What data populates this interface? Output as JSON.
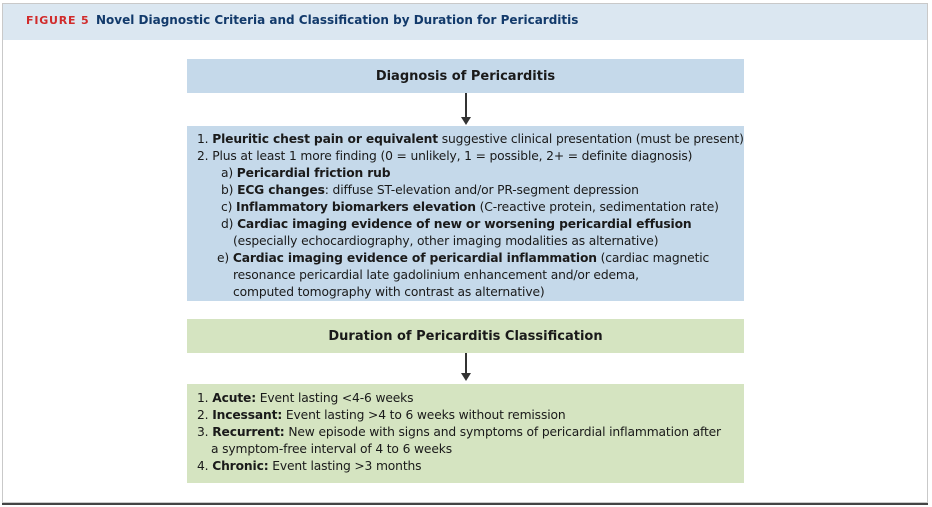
{
  "figure": {
    "label": "FIGURE 5",
    "title": "Novel Diagnostic Criteria and Classification by Duration for Pericarditis"
  },
  "diagnosis": {
    "heading": "Diagnosis of Pericarditis",
    "item1_num": "1. ",
    "item1_bold": "Pleuritic chest pain or equivalent",
    "item1_rest": " suggestive clinical presentation (must be present)",
    "item2": "2. Plus at least 1 more finding (0 = unlikely, 1 = possible, 2+ = definite diagnosis)",
    "a_prefix": "a) ",
    "a_bold": "Pericardial friction rub",
    "b_prefix": "b) ",
    "b_bold": "ECG changes",
    "b_rest": ": diffuse ST-elevation and/or PR-segment depression",
    "c_prefix": "c) ",
    "c_bold": "Inflammatory biomarkers elevation",
    "c_rest": " (C-reactive protein, sedimentation rate)",
    "d_prefix": "d) ",
    "d_bold": "Cardiac imaging evidence of new or worsening pericardial effusion",
    "d_cont": "(especially echocardiography, other imaging modalities as alternative)",
    "e_prefix": "e) ",
    "e_bold": "Cardiac imaging evidence of pericardial inflammation",
    "e_rest": " (cardiac magnetic",
    "e_cont1": "resonance pericardial late gadolinium enhancement and/or edema,",
    "e_cont2": "computed tomography with contrast as alternative)"
  },
  "duration": {
    "heading": "Duration of Pericarditis Classification",
    "acute_num": "1. ",
    "acute_bold": "Acute:",
    "acute_rest": " Event lasting <4-6 weeks",
    "incessant_num": "2. ",
    "incessant_bold": "Incessant:",
    "incessant_rest": " Event lasting >4 to 6 weeks without remission",
    "recurrent_num": "3. ",
    "recurrent_bold": "Recurrent:",
    "recurrent_rest": " New episode with signs and symptoms of pericardial inflammation after",
    "recurrent_cont": "a symptom-free interval of 4 to 6 weeks",
    "chronic_num": "4. ",
    "chronic_bold": "Chronic:",
    "chronic_rest": " Event lasting >3 months"
  },
  "colors": {
    "header_band": "#dbe7f1",
    "figure_label": "#d12b2b",
    "figure_title": "#123a6b",
    "blue_box": "#c5d9ea",
    "green_box": "#d5e4c1"
  }
}
